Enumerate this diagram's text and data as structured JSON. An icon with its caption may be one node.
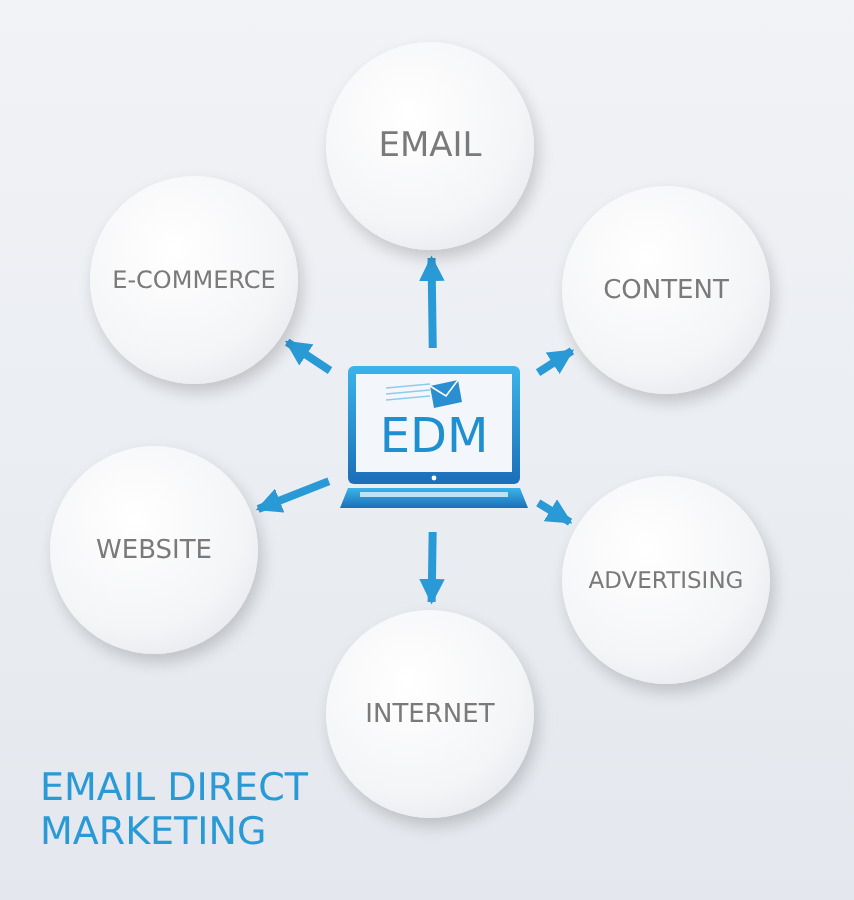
{
  "diagram": {
    "title": "EMAIL DIRECT MARKETING",
    "nodes": [
      {
        "text": [
          "EDM"
        ]
      },
      {
        "text": [
          "EMAIL"
        ]
      },
      {
        "text": [
          "CONTENT"
        ]
      },
      {
        "text": [
          "ADVERTISING"
        ]
      },
      {
        "text": [
          "INTERNET"
        ]
      },
      {
        "text": [
          "WEBSITE"
        ]
      },
      {
        "text": [
          "E-COMMERCE"
        ]
      }
    ],
    "edges": [
      {
        "from": 0,
        "to": 1,
        "arrow": "to"
      },
      {
        "from": 0,
        "to": 2,
        "arrow": "to"
      },
      {
        "from": 0,
        "to": 3,
        "arrow": "to"
      },
      {
        "from": 0,
        "to": 4,
        "arrow": "to"
      },
      {
        "from": 0,
        "to": 5,
        "arrow": "to"
      },
      {
        "from": 0,
        "to": 6,
        "arrow": "to"
      }
    ]
  }
}
